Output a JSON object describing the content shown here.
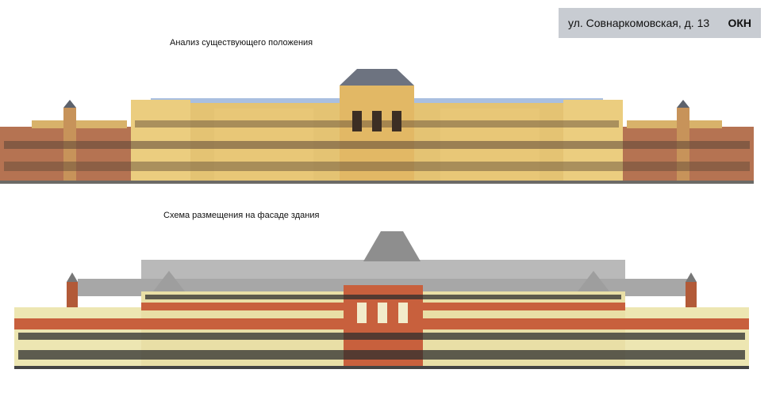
{
  "address_tag": {
    "address": "ул. Совнаркомовская, д. 13",
    "badge": "ОКН"
  },
  "captions": {
    "existing_analysis": "Анализ существующего положения",
    "facade_scheme": "Схема размещения на фасаде здания"
  },
  "colors": {
    "tag_background": "#c8ccd2",
    "photo_facade": "#e5c678",
    "photo_brick": "#b06a4a",
    "drawing_facade": "#efe9b8",
    "drawing_brick": "#c8603d",
    "drawing_roof": "#9a9a9a"
  }
}
